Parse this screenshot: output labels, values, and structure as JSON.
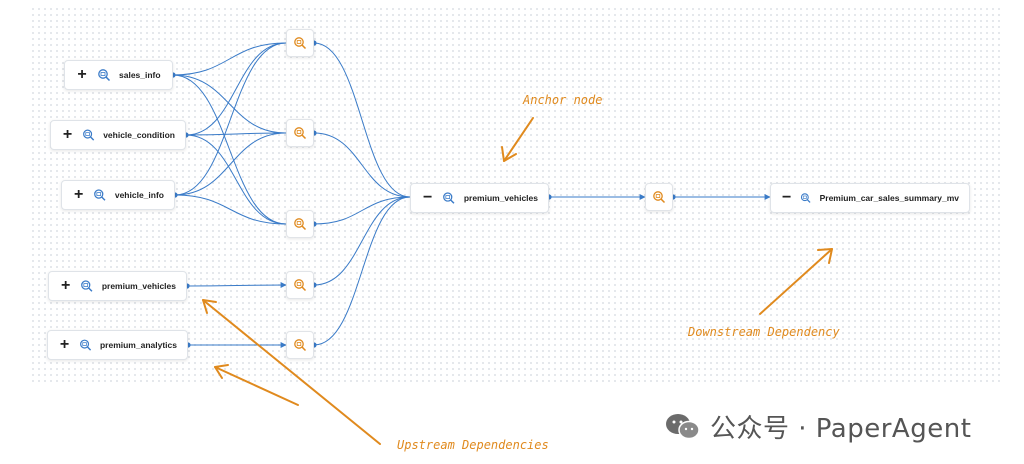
{
  "upstream_sources": [
    {
      "label": "sales_info",
      "toggle": "+"
    },
    {
      "label": "vehicle_condition",
      "toggle": "+"
    },
    {
      "label": "vehicle_info",
      "toggle": "+"
    },
    {
      "label": "premium_vehicles",
      "toggle": "+"
    },
    {
      "label": "premium_analytics",
      "toggle": "+"
    }
  ],
  "anchor_node": {
    "label": "premium_vehicles",
    "toggle": "−"
  },
  "downstream_node": {
    "label": "Premium_car_sales_summary_mv",
    "toggle": "−"
  },
  "annotations": {
    "anchor": "Anchor node",
    "downstream": "Downstream Dependency",
    "upstream": "Upstream Dependencies"
  },
  "watermark": {
    "text": "公众号 · PaperAgent"
  },
  "colors": {
    "edge": "#3a7bc8",
    "query_icon": "#e08a1e",
    "table_icon": "#3a7bc8",
    "annotation": "#e08a1e"
  },
  "icons": {
    "table_node": "table-search-icon",
    "query_node": "query-icon",
    "watermark_logo": "wechat-icon"
  }
}
